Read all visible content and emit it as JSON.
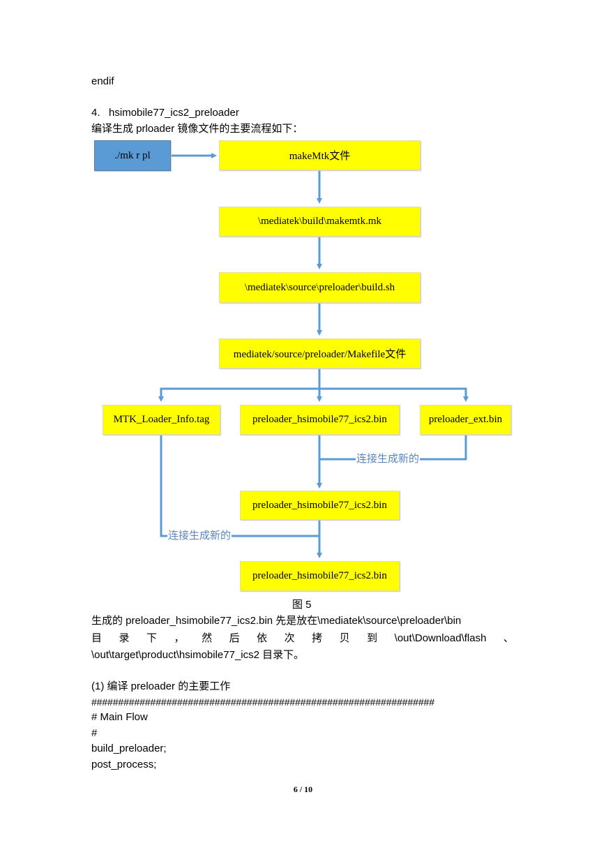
{
  "top_line": "endif",
  "section": {
    "number": "4.",
    "title": "hsimobile77_ics2_preloader"
  },
  "intro": "编译生成 prloader 镜像文件的主要流程如下：",
  "flow": {
    "start": "./mk r pl",
    "step1": "makeMtk文件",
    "step2": "\\mediatek\\build\\makemtk.mk",
    "step3": "\\mediatek\\source\\preloader\\build.sh",
    "step4": "mediatek/source/preloader/Makefile文件",
    "branch_left": "MTK_Loader_Info.tag",
    "branch_mid": "preloader_hsimobile77_ics2.bin",
    "branch_right": "preloader_ext.bin",
    "merge1": "preloader_hsimobile77_ics2.bin",
    "merge2": "preloader_hsimobile77_ics2.bin",
    "connector_label_1": "连接生成新的",
    "connector_label_2": "连接生成新的"
  },
  "figure_caption": "图 5",
  "para": {
    "line1": "生成的 preloader_hsimobile77_ics2.bin 先是放在\\mediatek\\source\\preloader\\bin",
    "line2_words": [
      "目",
      "录",
      "下",
      "，",
      "然",
      "后",
      "依",
      "次",
      "拷",
      "贝",
      "到",
      "\\out\\Download\\flash",
      "、"
    ],
    "line3": "\\out\\target\\product\\hsimobile77_ics2 目录下。"
  },
  "subsection": "(1) 编译 preloader 的主要工作",
  "code": {
    "hashes": "################################################################",
    "line1": "# Main Flow",
    "line2": "#",
    "line3": "build_preloader;",
    "line4": "post_process;"
  },
  "page_number": "6 / 10",
  "colors": {
    "box_fill": "#ffff00",
    "start_fill": "#5b9bd5",
    "arrow": "#5b9bd5",
    "connector_text": "#5b86c0"
  }
}
